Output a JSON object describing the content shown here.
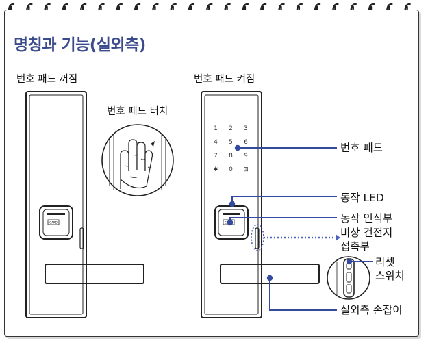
{
  "section": {
    "title": "명칭과 기능(실외측)"
  },
  "left_view": {
    "caption": "번호 패드 꺼짐",
    "touch_caption": "번호 패드 터치",
    "card_text": "CARD"
  },
  "right_view": {
    "caption": "번호 패드 켜짐",
    "card_text": "CARD",
    "keypad": [
      "1",
      "2",
      "3",
      "4",
      "5",
      "6",
      "7",
      "8",
      "9",
      "✱",
      "0",
      "⊡"
    ]
  },
  "callouts": {
    "keypad": "번호 패드",
    "led": "동작 LED",
    "sensor": "동작 인식부",
    "battery_line1": "비상 건전지",
    "battery_line2": "접촉부",
    "reset_line1": "리셋",
    "reset_line2": "스위치",
    "handle": "실외측 손잡이"
  },
  "colors": {
    "title": "#3b4b8c",
    "callout_line": "#334a9e",
    "dotted_line": "#4a5fc0"
  }
}
